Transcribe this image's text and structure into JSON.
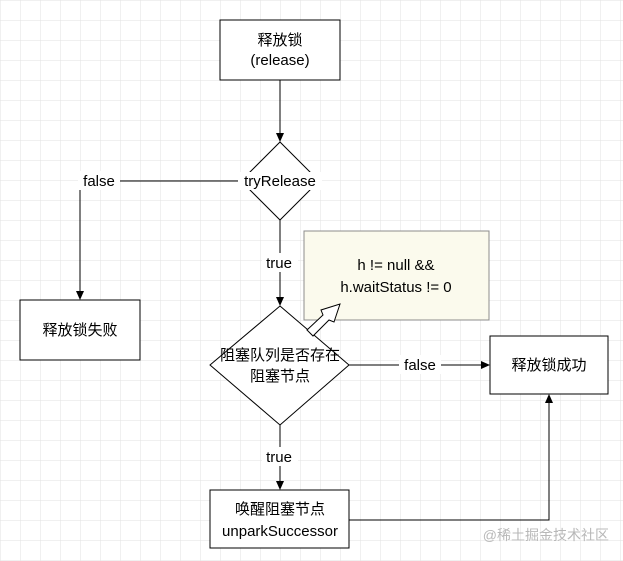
{
  "nodes": {
    "start": {
      "line1": "释放锁",
      "line2": "(release)"
    },
    "try_release": {
      "label": "tryRelease"
    },
    "fail": {
      "label": "释放锁失败"
    },
    "note": {
      "line1": "h != null &&",
      "line2": "h.waitStatus != 0"
    },
    "check_queue": {
      "line1": "阻塞队列是否存在",
      "line2": "阻塞节点"
    },
    "success": {
      "label": "释放锁成功"
    },
    "unpark": {
      "line1": "唤醒阻塞节点",
      "line2": "unparkSuccessor"
    }
  },
  "edges": {
    "try_false": "false",
    "try_true": "true",
    "queue_false": "false",
    "queue_true": "true"
  },
  "watermark": "@稀土掘金技术社区",
  "colors": {
    "note_fill": "#fbfaed",
    "note_stroke": "#8c8c8c",
    "grid": "#e2e2e2"
  }
}
